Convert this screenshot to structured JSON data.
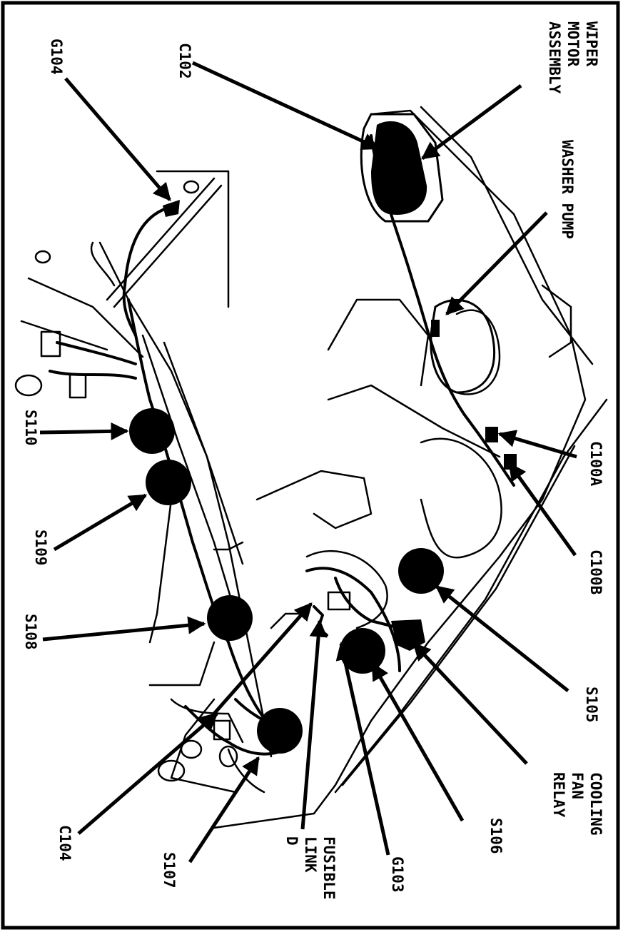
{
  "labels": {
    "wiper_motor": "WIPER\nMOTOR\nASSEMBLY",
    "c102": "C102",
    "g104": "G104",
    "washer_pump": "WASHER PUMP",
    "c100a": "C100A",
    "c100b": "C100B",
    "s105": "S105",
    "cooling_fan_relay": "COOLING\nFAN\nRELAY",
    "s106": "S106",
    "g103": "G103",
    "fusible_link": "FUSIBLE\nLINK\nD",
    "s107": "S107",
    "c104": "C104",
    "s108": "S108",
    "s109": "S109",
    "s110": "S110"
  },
  "colors": {
    "ink": "#000000",
    "paper": "#ffffff"
  }
}
